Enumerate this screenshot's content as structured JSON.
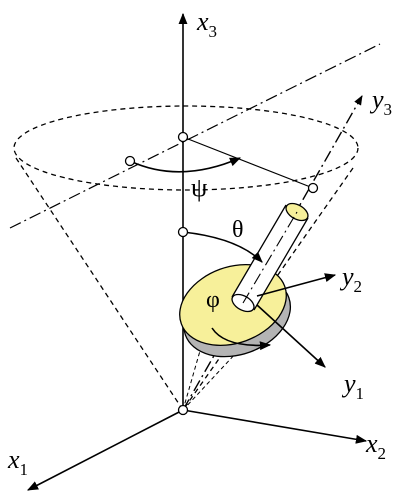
{
  "figure": {
    "axes": {
      "x1": {
        "base": "x",
        "sub": "1"
      },
      "x2": {
        "base": "x",
        "sub": "2"
      },
      "x3": {
        "base": "x",
        "sub": "3"
      },
      "y1": {
        "base": "y",
        "sub": "1"
      },
      "y2": {
        "base": "y",
        "sub": "2"
      },
      "y3": {
        "base": "y",
        "sub": "3"
      }
    },
    "angles": {
      "psi": "ψ",
      "theta": "θ",
      "phi": "φ"
    },
    "colors": {
      "ink": "#000000",
      "disk_face": "#f7f09a",
      "disk_rim": "#b4b4b4",
      "rod": "#ffffff",
      "background": "#ffffff"
    }
  }
}
